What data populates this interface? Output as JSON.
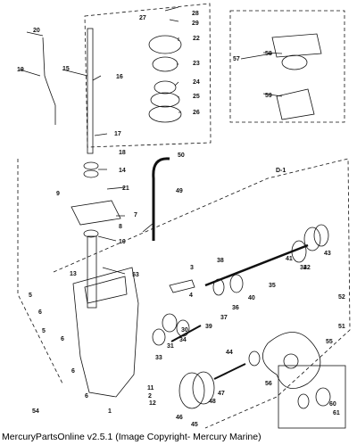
{
  "callouts": [
    "1",
    "2",
    "3",
    "4",
    "5",
    "5",
    "6",
    "6",
    "6",
    "6",
    "7",
    "8",
    "9",
    "10",
    "11",
    "12",
    "13",
    "14",
    "15",
    "16",
    "17",
    "18",
    "19",
    "20",
    "21",
    "22",
    "23",
    "24",
    "25",
    "26",
    "27",
    "28",
    "29",
    "30",
    "31",
    "32",
    "33",
    "34",
    "35",
    "36",
    "37",
    "38",
    "39",
    "40",
    "41",
    "42",
    "43",
    "44",
    "45",
    "46",
    "47",
    "48",
    "49",
    "50",
    "51",
    "52",
    "53",
    "54",
    "55",
    "56",
    "57",
    "58",
    "59",
    "60",
    "61",
    "D-1"
  ],
  "footer_text": "MercuryPartsOnline v2.5.1 (Image Copyright- Mercury Marine)"
}
